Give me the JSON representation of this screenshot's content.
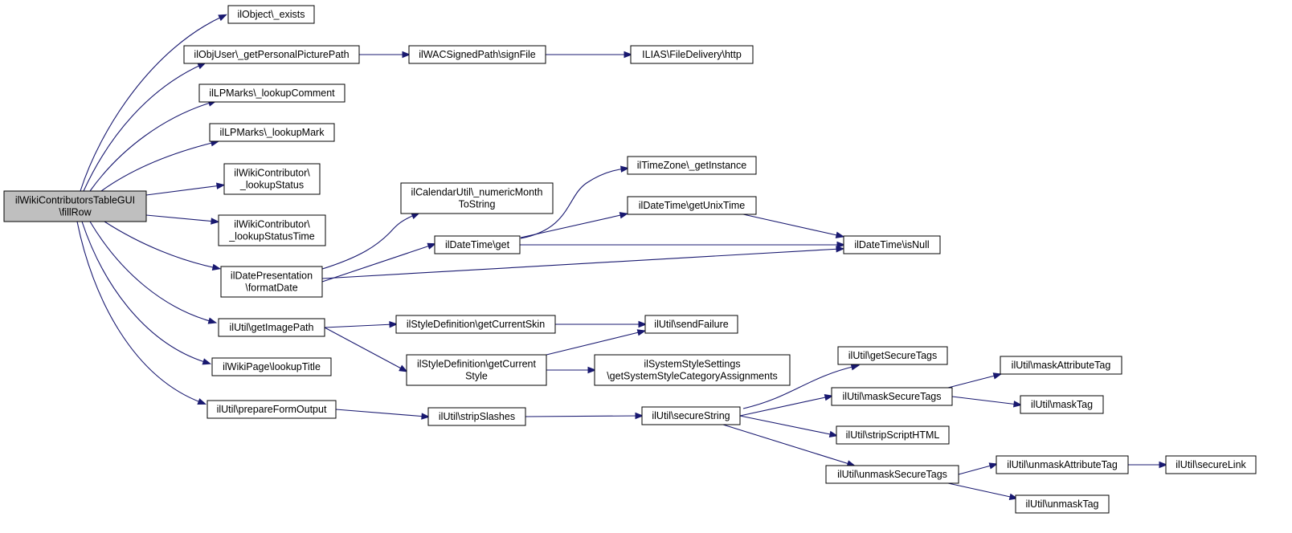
{
  "diagram": {
    "colors": {
      "edge": "#191970",
      "root_fill": "#bfbfbf",
      "node_fill": "#ffffff",
      "border": "#000000"
    },
    "nodes": [
      {
        "id": "root",
        "lines": [
          "ilWikiContributorsTableGUI",
          "\\fillRow"
        ]
      },
      {
        "id": "objexists",
        "lines": [
          "ilObject\\_exists"
        ]
      },
      {
        "id": "picpath",
        "lines": [
          "ilObjUser\\_getPersonalPicturePath"
        ]
      },
      {
        "id": "signfile",
        "lines": [
          "ilWACSignedPath\\signFile"
        ]
      },
      {
        "id": "http",
        "lines": [
          "ILIAS\\FileDelivery\\http"
        ]
      },
      {
        "id": "lookupcomment",
        "lines": [
          "ilLPMarks\\_lookupComment"
        ]
      },
      {
        "id": "lookupmark",
        "lines": [
          "ilLPMarks\\_lookupMark"
        ]
      },
      {
        "id": "lookupstatus",
        "lines": [
          "ilWikiContributor\\",
          "_lookupStatus"
        ]
      },
      {
        "id": "lookupstatustime",
        "lines": [
          "ilWikiContributor\\",
          "_lookupStatusTime"
        ]
      },
      {
        "id": "formatdate",
        "lines": [
          "ilDatePresentation",
          "\\formatDate"
        ]
      },
      {
        "id": "getimagepath",
        "lines": [
          "ilUtil\\getImagePath"
        ]
      },
      {
        "id": "lookuptitle",
        "lines": [
          "ilWikiPage\\lookupTitle"
        ]
      },
      {
        "id": "prepareform",
        "lines": [
          "ilUtil\\prepareFormOutput"
        ]
      },
      {
        "id": "nummonth",
        "lines": [
          "ilCalendarUtil\\_numericMonth",
          "ToString"
        ]
      },
      {
        "id": "dtget",
        "lines": [
          "ilDateTime\\get"
        ]
      },
      {
        "id": "tzinstance",
        "lines": [
          "ilTimeZone\\_getInstance"
        ]
      },
      {
        "id": "unixtime",
        "lines": [
          "ilDateTime\\getUnixTime"
        ]
      },
      {
        "id": "isnull",
        "lines": [
          "ilDateTime\\isNull"
        ]
      },
      {
        "id": "currentskin",
        "lines": [
          "ilStyleDefinition\\getCurrentSkin"
        ]
      },
      {
        "id": "sendfailure",
        "lines": [
          "ilUtil\\sendFailure"
        ]
      },
      {
        "id": "currentstyle",
        "lines": [
          "ilStyleDefinition\\getCurrent",
          "Style"
        ]
      },
      {
        "id": "syscategory",
        "lines": [
          "ilSystemStyleSettings",
          "\\getSystemStyleCategoryAssignments"
        ]
      },
      {
        "id": "stripslashes",
        "lines": [
          "ilUtil\\stripSlashes"
        ]
      },
      {
        "id": "securestring",
        "lines": [
          "ilUtil\\secureString"
        ]
      },
      {
        "id": "getsecuretags",
        "lines": [
          "ilUtil\\getSecureTags"
        ]
      },
      {
        "id": "masksecuretags",
        "lines": [
          "ilUtil\\maskSecureTags"
        ]
      },
      {
        "id": "stripscript",
        "lines": [
          "ilUtil\\stripScriptHTML"
        ]
      },
      {
        "id": "unmasksecuretags",
        "lines": [
          "ilUtil\\unmaskSecureTags"
        ]
      },
      {
        "id": "maskattrtag",
        "lines": [
          "ilUtil\\maskAttributeTag"
        ]
      },
      {
        "id": "masktag",
        "lines": [
          "ilUtil\\maskTag"
        ]
      },
      {
        "id": "unmaskattrtag",
        "lines": [
          "ilUtil\\unmaskAttributeTag"
        ]
      },
      {
        "id": "securelink",
        "lines": [
          "ilUtil\\secureLink"
        ]
      },
      {
        "id": "unmasktag",
        "lines": [
          "ilUtil\\unmaskTag"
        ]
      }
    ],
    "edges": [
      [
        "root",
        "objexists"
      ],
      [
        "root",
        "picpath"
      ],
      [
        "root",
        "lookupcomment"
      ],
      [
        "root",
        "lookupmark"
      ],
      [
        "root",
        "lookupstatus"
      ],
      [
        "root",
        "lookupstatustime"
      ],
      [
        "root",
        "formatdate"
      ],
      [
        "root",
        "getimagepath"
      ],
      [
        "root",
        "lookuptitle"
      ],
      [
        "root",
        "prepareform"
      ],
      [
        "picpath",
        "signfile"
      ],
      [
        "signfile",
        "http"
      ],
      [
        "formatdate",
        "nummonth"
      ],
      [
        "formatdate",
        "dtget"
      ],
      [
        "formatdate",
        "isnull"
      ],
      [
        "dtget",
        "tzinstance"
      ],
      [
        "dtget",
        "unixtime"
      ],
      [
        "dtget",
        "isnull"
      ],
      [
        "unixtime",
        "isnull"
      ],
      [
        "getimagepath",
        "currentskin"
      ],
      [
        "getimagepath",
        "currentstyle"
      ],
      [
        "currentskin",
        "sendfailure"
      ],
      [
        "currentstyle",
        "sendfailure"
      ],
      [
        "currentstyle",
        "syscategory"
      ],
      [
        "prepareform",
        "stripslashes"
      ],
      [
        "stripslashes",
        "securestring"
      ],
      [
        "securestring",
        "getsecuretags"
      ],
      [
        "securestring",
        "masksecuretags"
      ],
      [
        "securestring",
        "stripscript"
      ],
      [
        "securestring",
        "unmasksecuretags"
      ],
      [
        "masksecuretags",
        "maskattrtag"
      ],
      [
        "masksecuretags",
        "masktag"
      ],
      [
        "unmasksecuretags",
        "unmaskattrtag"
      ],
      [
        "unmasksecuretags",
        "unmasktag"
      ],
      [
        "unmaskattrtag",
        "securelink"
      ]
    ]
  }
}
